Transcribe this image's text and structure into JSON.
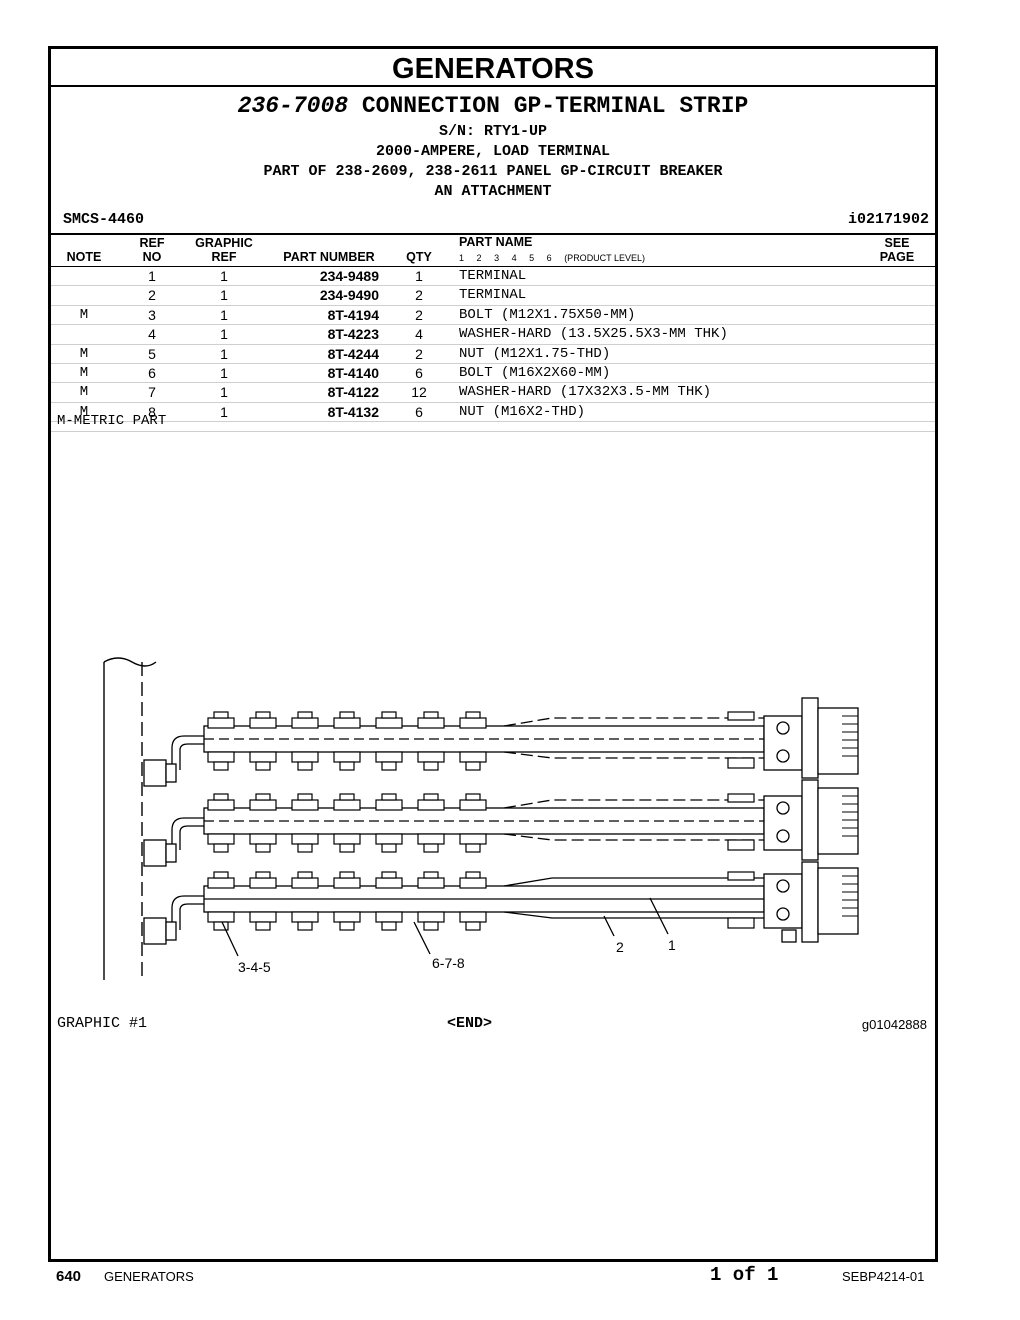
{
  "header": {
    "section_title": "GENERATORS",
    "part_number": "236-7008",
    "part_title": "CONNECTION GP-TERMINAL STRIP",
    "serial": "S/N: RTY1-UP",
    "line2": "2000-AMPERE, LOAD TERMINAL",
    "line3": "PART OF 238-2609, 238-2611 PANEL GP-CIRCUIT BREAKER",
    "line4": "AN ATTACHMENT",
    "smcs": "SMCS-4460",
    "ident": "i02171902"
  },
  "table": {
    "headers": {
      "note": "NOTE",
      "ref_no": "REF NO",
      "graphic_ref": "GRAPHIC REF",
      "part_number": "PART NUMBER",
      "qty": "QTY",
      "part_name": "PART NAME",
      "product_levels": [
        "1",
        "2",
        "3",
        "4",
        "5",
        "6",
        "(PRODUCT LEVEL)"
      ],
      "see_page": "SEE PAGE"
    },
    "rows": [
      {
        "note": "",
        "ref": "1",
        "graphic": "1",
        "part_number": "234-9489",
        "qty": "1",
        "name": "TERMINAL"
      },
      {
        "note": "",
        "ref": "2",
        "graphic": "1",
        "part_number": "234-9490",
        "qty": "2",
        "name": "TERMINAL"
      },
      {
        "note": "M",
        "ref": "3",
        "graphic": "1",
        "part_number": "8T-4194",
        "qty": "2",
        "name": "BOLT (M12X1.75X50-MM)"
      },
      {
        "note": "",
        "ref": "4",
        "graphic": "1",
        "part_number": "8T-4223",
        "qty": "4",
        "name": "WASHER-HARD (13.5X25.5X3-MM THK)"
      },
      {
        "note": "M",
        "ref": "5",
        "graphic": "1",
        "part_number": "8T-4244",
        "qty": "2",
        "name": "NUT (M12X1.75-THD)"
      },
      {
        "note": "M",
        "ref": "6",
        "graphic": "1",
        "part_number": "8T-4140",
        "qty": "6",
        "name": "BOLT (M16X2X60-MM)"
      },
      {
        "note": "M",
        "ref": "7",
        "graphic": "1",
        "part_number": "8T-4122",
        "qty": "12",
        "name": "WASHER-HARD (17X32X3.5-MM THK)"
      },
      {
        "note": "M",
        "ref": "8",
        "graphic": "1",
        "part_number": "8T-4132",
        "qty": "6",
        "name": "NUT (M16X2-THD)"
      }
    ],
    "footnote": "M-METRIC PART"
  },
  "graphic": {
    "label": "GRAPHIC #1",
    "end": "<END>",
    "code": "g01042888",
    "callouts": {
      "c1": "1",
      "c2": "2",
      "c345": "3-4-5",
      "c678": "6-7-8"
    }
  },
  "footer": {
    "page_number": "640",
    "section": "GENERATORS",
    "count": "1 of 1",
    "doc": "SEBP4214-01"
  }
}
